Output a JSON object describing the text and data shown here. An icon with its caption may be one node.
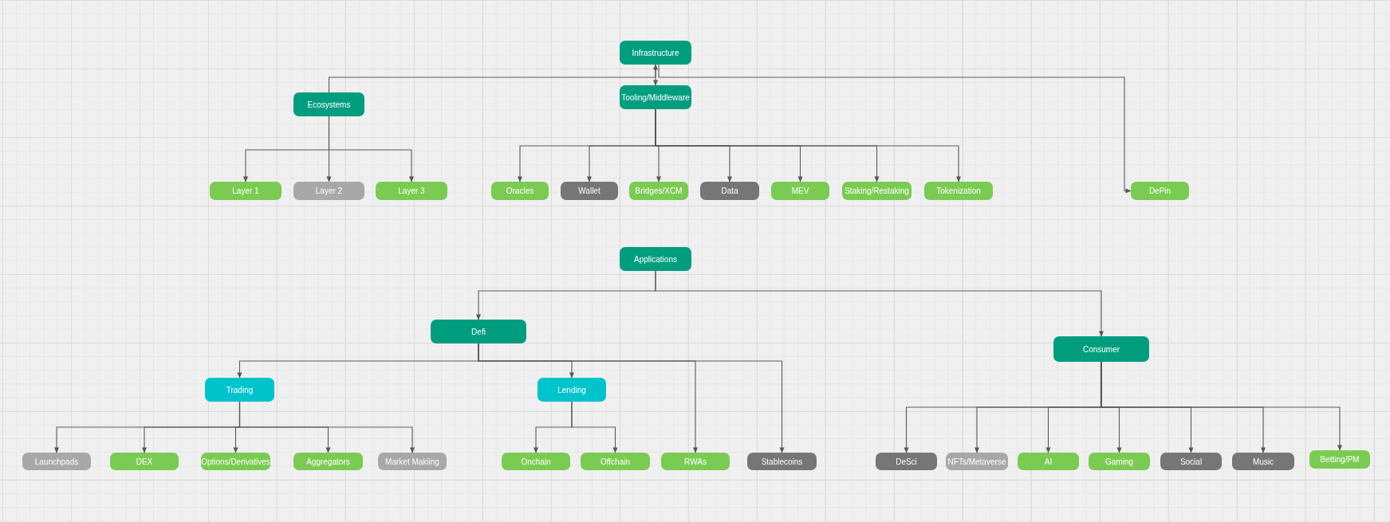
{
  "diagram": {
    "nodes": [
      {
        "text": [
          "Infrastructure"
        ]
      },
      {
        "text": [
          "Ecosystems"
        ]
      },
      {
        "text": [
          "Tooling/Middleware"
        ]
      },
      {
        "text": [
          "Layer 1"
        ]
      },
      {
        "text": [
          "Layer 2"
        ]
      },
      {
        "text": [
          "Layer 3"
        ]
      },
      {
        "text": [
          "Oracles"
        ]
      },
      {
        "text": [
          "Wallet"
        ]
      },
      {
        "text": [
          "Bridges/XCM"
        ]
      },
      {
        "text": [
          "Data"
        ]
      },
      {
        "text": [
          "MEV"
        ]
      },
      {
        "text": [
          "Staking/Restaking"
        ]
      },
      {
        "text": [
          "Tokenization"
        ]
      },
      {
        "text": [
          "DePin"
        ]
      },
      {
        "text": [
          "Applications"
        ]
      },
      {
        "text": [
          "Defi"
        ]
      },
      {
        "text": [
          "Consumer"
        ]
      },
      {
        "text": [
          "Trading"
        ]
      },
      {
        "text": [
          "Lending"
        ]
      },
      {
        "text": [
          "Launchpads"
        ]
      },
      {
        "text": [
          "DEX"
        ]
      },
      {
        "text": [
          "Options/Derivatives"
        ]
      },
      {
        "text": [
          "Aggregators"
        ]
      },
      {
        "text": [
          "Market Makiing"
        ]
      },
      {
        "text": [
          "Onchain"
        ]
      },
      {
        "text": [
          "Offchain"
        ]
      },
      {
        "text": [
          "RWAs"
        ]
      },
      {
        "text": [
          "Stablecoins"
        ]
      },
      {
        "text": [
          "DeSci"
        ]
      },
      {
        "text": [
          "NFTs/Metaverse"
        ]
      },
      {
        "text": [
          "AI"
        ]
      },
      {
        "text": [
          "Gaming"
        ]
      },
      {
        "text": [
          "Social"
        ]
      },
      {
        "text": [
          "Music"
        ]
      },
      {
        "text": [
          "Betting/PM"
        ]
      }
    ],
    "edges": [
      {
        "from": 1,
        "to": 0,
        "arrow": "to"
      },
      {
        "from": 0,
        "to": 2,
        "arrow": "to"
      },
      {
        "from": 0,
        "to": 13,
        "arrow": "to"
      },
      {
        "from": 1,
        "to": 3,
        "arrow": "to"
      },
      {
        "from": 1,
        "to": 4,
        "arrow": "to"
      },
      {
        "from": 1,
        "to": 5,
        "arrow": "to"
      },
      {
        "from": 2,
        "to": 6,
        "arrow": "to"
      },
      {
        "from": 2,
        "to": 7,
        "arrow": "to"
      },
      {
        "from": 2,
        "to": 8,
        "arrow": "to"
      },
      {
        "from": 2,
        "to": 9,
        "arrow": "to"
      },
      {
        "from": 2,
        "to": 10,
        "arrow": "to"
      },
      {
        "from": 2,
        "to": 11,
        "arrow": "to"
      },
      {
        "from": 2,
        "to": 12,
        "arrow": "to"
      },
      {
        "from": 14,
        "to": 15,
        "arrow": "to"
      },
      {
        "from": 14,
        "to": 16,
        "arrow": "to"
      },
      {
        "from": 15,
        "to": 17,
        "arrow": "to"
      },
      {
        "from": 15,
        "to": 18,
        "arrow": "to"
      },
      {
        "from": 15,
        "to": 26,
        "arrow": "to"
      },
      {
        "from": 15,
        "to": 27,
        "arrow": "to"
      },
      {
        "from": 17,
        "to": 19,
        "arrow": "to"
      },
      {
        "from": 17,
        "to": 20,
        "arrow": "to"
      },
      {
        "from": 17,
        "to": 21,
        "arrow": "to"
      },
      {
        "from": 17,
        "to": 22,
        "arrow": "to"
      },
      {
        "from": 17,
        "to": 23,
        "arrow": "to"
      },
      {
        "from": 18,
        "to": 24,
        "arrow": "to"
      },
      {
        "from": 18,
        "to": 25,
        "arrow": "to"
      },
      {
        "from": 16,
        "to": 28,
        "arrow": "to"
      },
      {
        "from": 16,
        "to": 29,
        "arrow": "to"
      },
      {
        "from": 16,
        "to": 30,
        "arrow": "to"
      },
      {
        "from": 16,
        "to": 31,
        "arrow": "to"
      },
      {
        "from": 16,
        "to": 32,
        "arrow": "to"
      },
      {
        "from": 16,
        "to": 33,
        "arrow": "to"
      },
      {
        "from": 16,
        "to": 34,
        "arrow": "to"
      }
    ]
  }
}
